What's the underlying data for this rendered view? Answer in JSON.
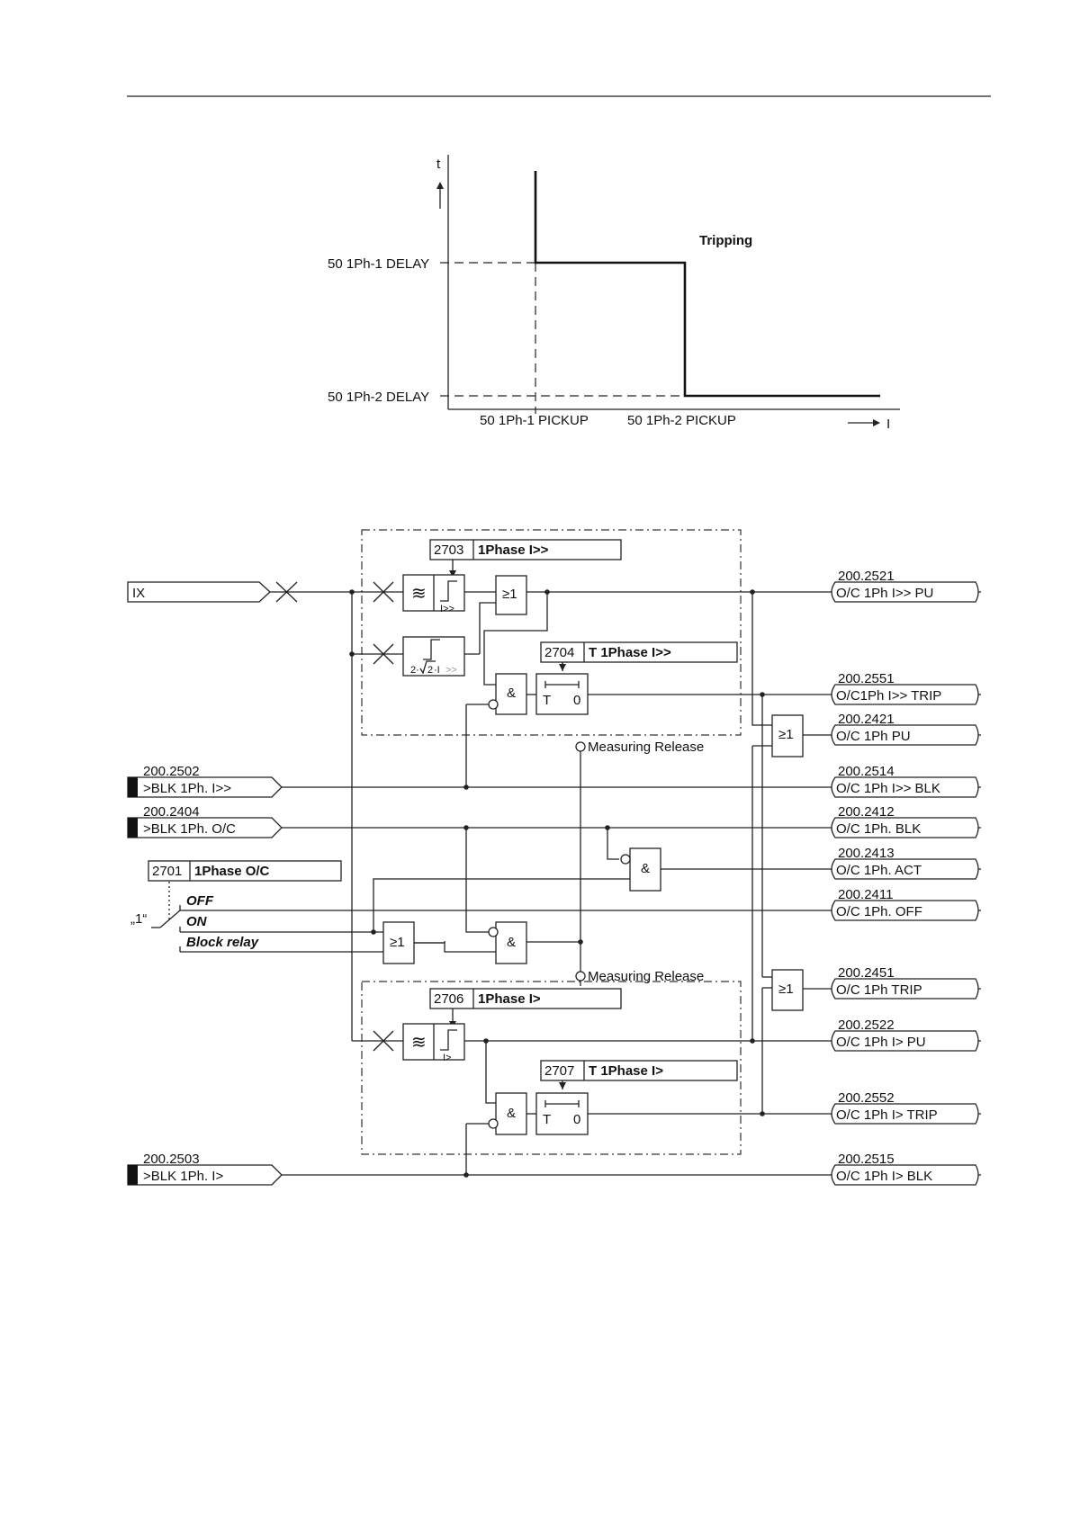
{
  "characteristic": {
    "t_axis": "t",
    "i_axis": "I",
    "tripping": "Tripping",
    "delay1": "50 1Ph-1 DELAY",
    "delay2": "50 1Ph-2 DELAY",
    "pickup1": "50 1Ph-1 PICKUP",
    "pickup2": "50 1Ph-2 PICKUP"
  },
  "logic": {
    "inputs": {
      "ix": "IX",
      "blk_hi_addr": "200.2502",
      "blk_hi": ">BLK 1Ph. I>>",
      "blk_oc_addr": "200.2404",
      "blk_oc": ">BLK 1Ph. O/C",
      "blk_lo_addr": "200.2503",
      "blk_lo": ">BLK 1Ph. I>"
    },
    "params": {
      "p2703_num": "2703",
      "p2703_name": "1Phase I>>",
      "p2704_num": "2704",
      "p2704_name": "T 1Phase I>>",
      "p2701_num": "2701",
      "p2701_name": "1Phase O/C",
      "p2706_num": "2706",
      "p2706_name": "1Phase I>",
      "p2707_num": "2707",
      "p2707_name": "T 1Phase I>"
    },
    "switch": {
      "one": "„1“",
      "off": "OFF",
      "on": "ON",
      "block": "Block relay"
    },
    "blocks": {
      "or": "≥1",
      "and": "&",
      "timer_t": "T",
      "timer_0": "0",
      "thr_hi": "I>>",
      "thr_lo": "I>",
      "thr_2x_a": "2·",
      "thr_2x_b": "2",
      "thr_2x_c": "·I",
      "thr_2x_d": ">>",
      "measuring_release": "Measuring Release"
    },
    "outputs": [
      {
        "addr": "200.2521",
        "label": "O/C 1Ph I>> PU"
      },
      {
        "addr": "200.2551",
        "label": "O/C1Ph I>> TRIP"
      },
      {
        "addr": "200.2421",
        "label": "O/C 1Ph PU"
      },
      {
        "addr": "200.2514",
        "label": "O/C 1Ph I>> BLK"
      },
      {
        "addr": "200.2412",
        "label": "O/C 1Ph. BLK"
      },
      {
        "addr": "200.2413",
        "label": "O/C 1Ph. ACT"
      },
      {
        "addr": "200.2411",
        "label": "O/C 1Ph. OFF"
      },
      {
        "addr": "200.2451",
        "label": "O/C 1Ph TRIP"
      },
      {
        "addr": "200.2522",
        "label": "O/C 1Ph I> PU"
      },
      {
        "addr": "200.2552",
        "label": "O/C 1Ph I> TRIP"
      },
      {
        "addr": "200.2515",
        "label": "O/C 1Ph I> BLK"
      }
    ]
  }
}
